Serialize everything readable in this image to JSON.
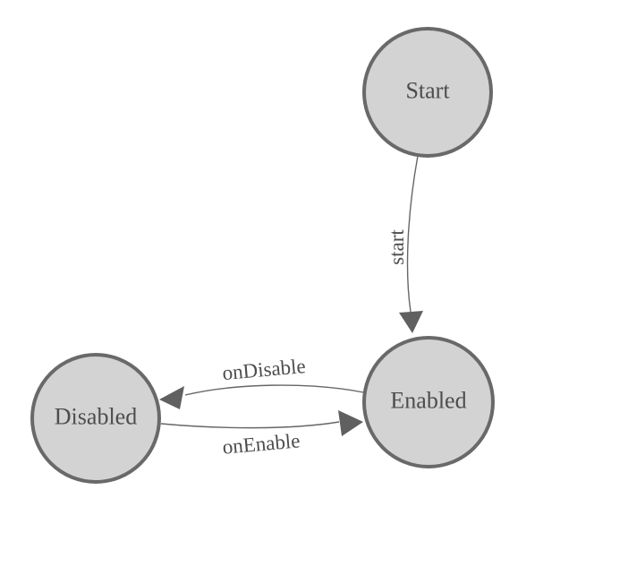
{
  "diagram": {
    "type": "state-machine",
    "nodes": [
      {
        "id": "start",
        "label": "Start"
      },
      {
        "id": "enabled",
        "label": "Enabled"
      },
      {
        "id": "disabled",
        "label": "Disabled"
      }
    ],
    "edges": [
      {
        "from": "Start",
        "to": "Enabled",
        "label": "start"
      },
      {
        "from": "Enabled",
        "to": "Disabled",
        "label": "onDisable"
      },
      {
        "from": "Disabled",
        "to": "Enabled",
        "label": "onEnable"
      }
    ]
  },
  "colors": {
    "background": "#ffffff",
    "node_fill": "#d3d3d3",
    "node_stroke": "#696969",
    "edge_stroke": "#666666",
    "arrow_fill": "#606060",
    "label_text": "#4d4d4d"
  }
}
